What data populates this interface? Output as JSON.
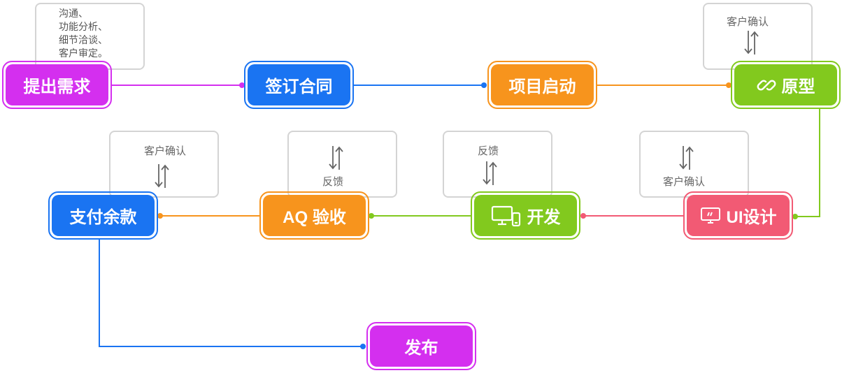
{
  "nodes": {
    "request": "提出需求",
    "contract": "签订合同",
    "kickoff": "项目启动",
    "prototype": "原型",
    "ui": "UI设计",
    "dev": "开发",
    "qa": "AQ 验收",
    "pay": "支付余款",
    "release": "发布"
  },
  "notes": {
    "request_lines": [
      "沟通、",
      "功能分析、",
      "细节洽谈、",
      "客户审定。"
    ],
    "prototype": "客户确认",
    "ui": "客户确认",
    "dev": "反馈",
    "qa": "反馈",
    "pay": "客户确认"
  },
  "icons": {
    "prototype": "link-icon",
    "ui": "monitor-icon",
    "dev": "devices-icon",
    "notes": "up-down-arrows-icon"
  },
  "colors": {
    "magenta": "#d42fef",
    "blue": "#1a74f2",
    "orange": "#f7941d",
    "green": "#82c91e",
    "red": "#f25a74"
  }
}
